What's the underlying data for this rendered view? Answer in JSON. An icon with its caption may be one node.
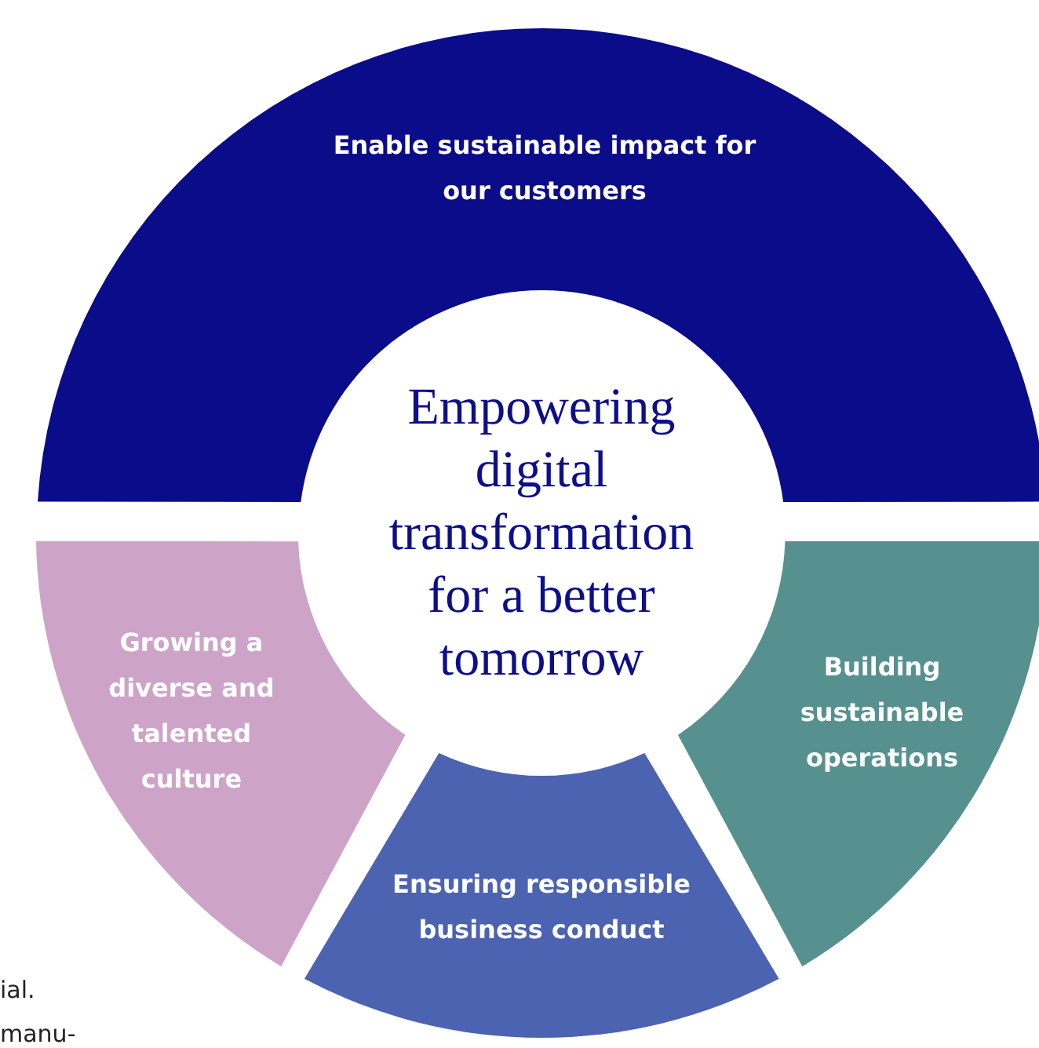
{
  "diagram": {
    "nodes": [
      {
        "text": [
          "Empowering digital transformation for a better tomorrow"
        ]
      },
      {
        "text": [
          "Enable sustainable impact for our customers"
        ]
      },
      {
        "text": [
          "Growing a diverse and talented culture"
        ]
      },
      {
        "text": [
          "Ensuring responsible business conduct"
        ]
      },
      {
        "text": [
          "Building sustainable operations"
        ]
      }
    ],
    "edges": [],
    "labels": [
      "ial.",
      "manu-"
    ]
  }
}
